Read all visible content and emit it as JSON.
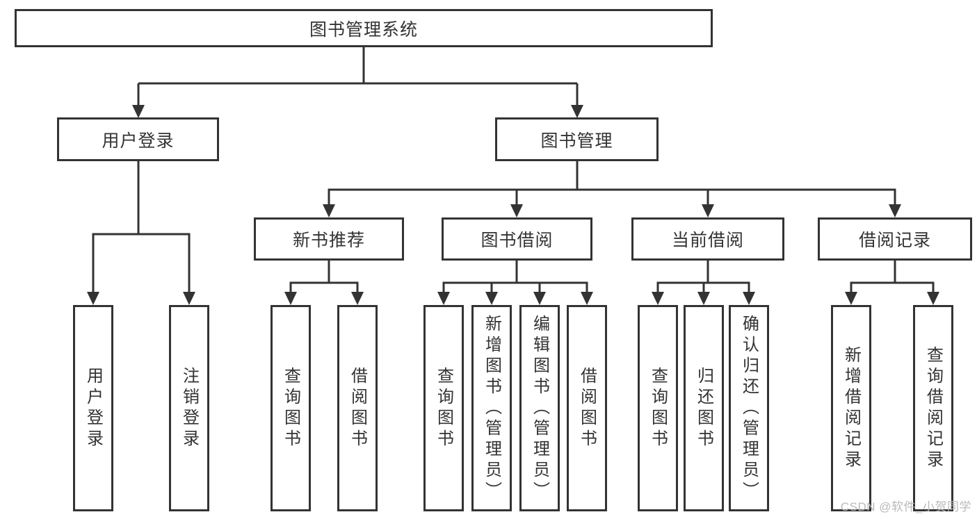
{
  "diagram": {
    "root": {
      "label": "图书管理系统"
    },
    "level2": {
      "user_login": {
        "label": "用户登录"
      },
      "book_management": {
        "label": "图书管理"
      }
    },
    "level3": {
      "new_book_recommend": {
        "label": "新书推荐"
      },
      "book_borrow": {
        "label": "图书借阅"
      },
      "current_borrow": {
        "label": "当前借阅"
      },
      "borrow_records": {
        "label": "借阅记录"
      }
    },
    "leaves": {
      "user_login": "用户登录",
      "logout": "注销登录",
      "nb_query_books": "查询图书",
      "nb_borrow_books": "借阅图书",
      "bb_query_books": "查询图书",
      "bb_add_book_admin": "新增图书（管理员）",
      "bb_edit_book_admin": "编辑图书（管理员）",
      "bb_borrow_books": "借阅图书",
      "cb_query_books": "查询图书",
      "cb_return_book": "归还图书",
      "cb_confirm_return_admin": "确认归还（管理员）",
      "br_add_record": "新增借阅记录",
      "br_query_record": "查询借阅记录"
    }
  },
  "watermark": "CSDN @软件_小贺同学",
  "colors": {
    "line": "#333333",
    "box_border": "#333333",
    "text": "#333333",
    "watermark": "#b9b9b9",
    "background": "#ffffff"
  }
}
